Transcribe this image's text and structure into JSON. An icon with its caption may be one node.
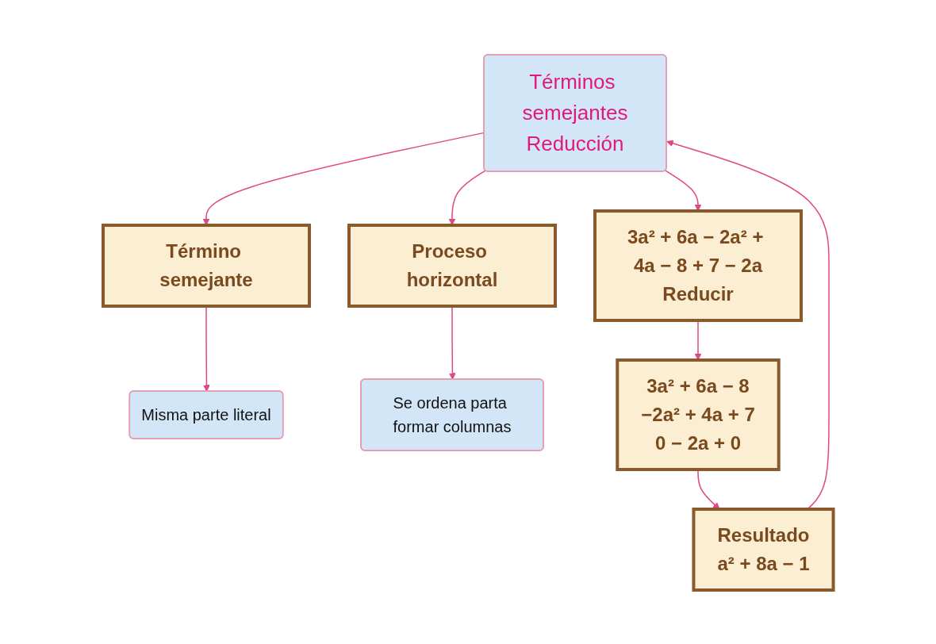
{
  "diagram": {
    "nodes": [
      {
        "text": [
          "Misma parte literal"
        ]
      },
      {
        "text": [
          "Se ordena parta formar columnas"
        ]
      },
      {
        "text": [
          "Término semejante"
        ]
      },
      {
        "text": [
          "Proceso horizontal"
        ]
      },
      {
        "text": [
          "Términos semejantes",
          "Reducción"
        ]
      },
      {
        "text": [
          "3a² + 6a − 2a² + 4a − 8 + 7 − 2a",
          "Reducir"
        ]
      },
      {
        "text": [
          "3a² + 6a − 8",
          "−2a² + 4a + 7",
          "0 − 2a + 0"
        ]
      },
      {
        "text": [
          "Resultado",
          "a² + 8a − 1"
        ]
      }
    ],
    "edges": [
      {
        "from": 4,
        "to": 2,
        "arrow": "to"
      },
      {
        "from": 4,
        "to": 3,
        "arrow": "to"
      },
      {
        "from": 2,
        "to": 0,
        "arrow": "to"
      },
      {
        "from": 3,
        "to": 1,
        "arrow": "to"
      },
      {
        "from": 4,
        "to": 5,
        "arrow": "to"
      },
      {
        "from": 5,
        "to": 6,
        "arrow": "to"
      },
      {
        "from": 6,
        "to": 7,
        "arrow": "to"
      },
      {
        "from": 7,
        "to": 4,
        "arrow": "to"
      }
    ]
  }
}
